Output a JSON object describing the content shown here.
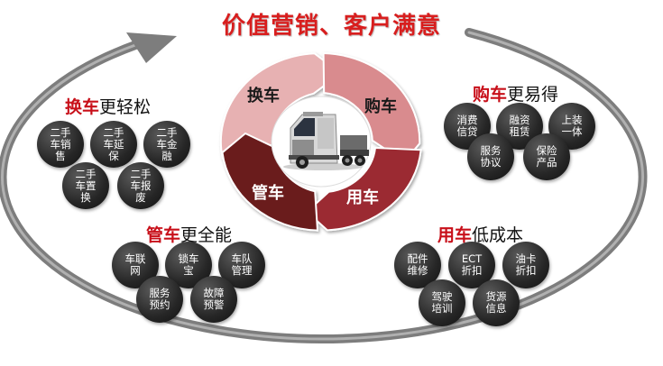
{
  "title": "价值营销、客户满意",
  "center_segments": [
    {
      "label": "换车",
      "color": "#e7b1b2"
    },
    {
      "label": "购车",
      "color": "#d98b8e"
    },
    {
      "label": "用车",
      "color": "#9b2a30"
    },
    {
      "label": "管车",
      "color": "#6a1b1f"
    }
  ],
  "groups": {
    "huan": {
      "key": "换车",
      "rest": "更轻松",
      "items": [
        "二手\n车销\n售",
        "二手\n车延\n保",
        "二手\n车金\n融",
        "二手\n车置\n换",
        "二手\n车报\n废"
      ]
    },
    "gou": {
      "key": "购车",
      "rest": "更易得",
      "items": [
        "消费\n信贷",
        "融资\n租赁",
        "上装\n一体",
        "服务\n协议",
        "保险\n产品"
      ]
    },
    "guan": {
      "key": "管车",
      "rest": "更全能",
      "items": [
        "车联\n网",
        "锁车\n宝",
        "车队\n管理",
        "服务\n预约",
        "故障\n预警"
      ]
    },
    "yong": {
      "key": "用车",
      "rest": "低成本",
      "items": [
        "配件\n维修",
        "ECT\n折扣",
        "油卡\n折扣",
        "驾驶\n培训",
        "货源\n信息"
      ]
    }
  },
  "colors": {
    "accent_red": "#c8101a",
    "ring": "#7a7a7a"
  }
}
